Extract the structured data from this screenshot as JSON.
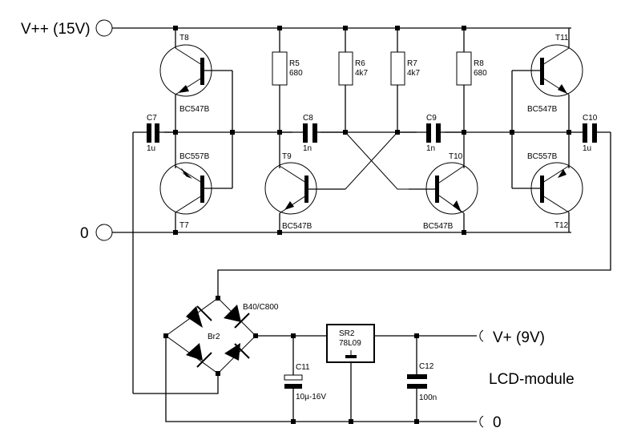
{
  "terminals": {
    "vpp": "V++ (15V)",
    "gnd_top": "0",
    "vplus": "V+ (9V)",
    "gnd_bottom": "0"
  },
  "module_label": "LCD-module",
  "transistors": [
    {
      "ref": "T8",
      "type": "BC547B"
    },
    {
      "ref": "T7",
      "type": "BC557B"
    },
    {
      "ref": "T9",
      "type": "BC547B"
    },
    {
      "ref": "T10",
      "type": "BC547B"
    },
    {
      "ref": "T11",
      "type": "BC547B"
    },
    {
      "ref": "T12",
      "type": "BC557B"
    }
  ],
  "resistors": [
    {
      "ref": "R5",
      "value": "680"
    },
    {
      "ref": "R6",
      "value": "4k7"
    },
    {
      "ref": "R7",
      "value": "4k7"
    },
    {
      "ref": "R8",
      "value": "680"
    }
  ],
  "capacitors": [
    {
      "ref": "C7",
      "value": "1u"
    },
    {
      "ref": "C8",
      "value": "1n"
    },
    {
      "ref": "C9",
      "value": "1n"
    },
    {
      "ref": "C10",
      "value": "1u"
    },
    {
      "ref": "C11",
      "value": "10µ-16V"
    },
    {
      "ref": "C12",
      "value": "100n"
    }
  ],
  "bridge": {
    "ref": "Br2",
    "type": "B40/C800"
  },
  "regulator": {
    "ref": "SR2",
    "type": "78L09"
  }
}
